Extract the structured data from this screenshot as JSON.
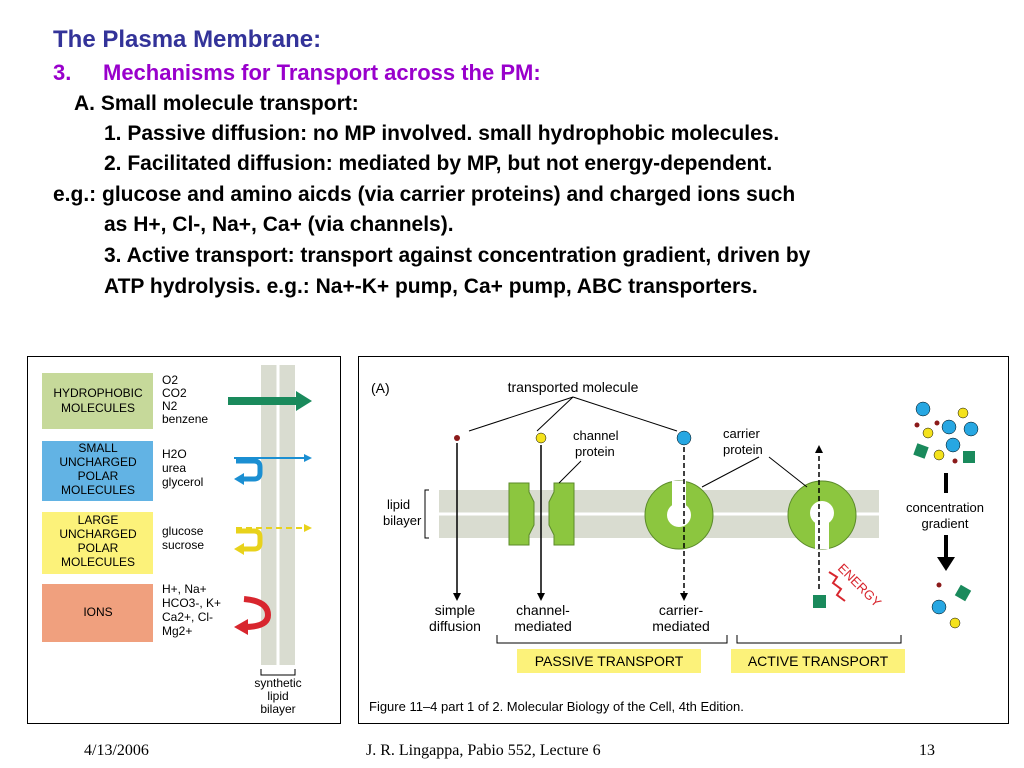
{
  "slide": {
    "title": "The Plasma Membrane:",
    "subheading_number": "3.",
    "subheading_text": "Mechanisms for Transport across the PM:",
    "lines": [
      "A.  Small molecule transport:",
      "1.  Passive diffusion: no MP involved. small hydrophobic molecules.",
      "2.  Facilitated diffusion:  mediated by MP, but not energy-dependent.",
      "e.g.: glucose and amino aicds (via carrier proteins) and charged ions such",
      "as H+, Cl-, Na+, Ca+ (via channels).",
      "3.  Active transport:  transport against concentration gradient, driven by",
      "ATP hydrolysis.  e.g.: Na+-K+ pump,  Ca+ pump, ABC transporters."
    ]
  },
  "left_figure": {
    "categories": [
      {
        "label": [
          "HYDROPHOBIC",
          "MOLECULES"
        ],
        "color": "#c6d99a",
        "examples": [
          "O2",
          "CO2",
          "N2",
          "benzene"
        ]
      },
      {
        "label": [
          "SMALL",
          "UNCHARGED",
          "POLAR",
          "MOLECULES"
        ],
        "color": "#62b3e4",
        "examples": [
          "H2O",
          "urea",
          "glycerol"
        ]
      },
      {
        "label": [
          "LARGE",
          "UNCHARGED",
          "POLAR",
          "MOLECULES"
        ],
        "color": "#fcf27a",
        "examples": [
          "glucose",
          "sucrose"
        ]
      },
      {
        "label": [
          "IONS"
        ],
        "color": "#f0a07e",
        "examples": [
          "H+, Na+",
          "HCO3-, K+",
          "Ca2+, Cl-",
          "Mg2+"
        ]
      }
    ],
    "bilayer_label": [
      "synthetic",
      "lipid",
      "bilayer"
    ],
    "arrow_colors": {
      "hydrophobic": "#1a8a5c",
      "small_polar": "#1b8fd2",
      "large_polar": "#e8d21b",
      "ions": "#d8262e"
    }
  },
  "right_figure": {
    "panel": "(A)",
    "transported_molecule": "transported molecule",
    "channel_protein": [
      "channel",
      "protein"
    ],
    "carrier_protein": [
      "carrier",
      "protein"
    ],
    "lipid_bilayer": [
      "lipid",
      "bilayer"
    ],
    "concentration_gradient": [
      "concentration",
      "gradient"
    ],
    "energy": "ENERGY",
    "mechanisms": [
      [
        "simple",
        "diffusion"
      ],
      [
        "channel-",
        "mediated"
      ],
      [
        "carrier-",
        "mediated"
      ]
    ],
    "passive_transport": "PASSIVE TRANSPORT",
    "active_transport": "ACTIVE TRANSPORT",
    "caption": "Figure 11–4 part 1 of 2. Molecular Biology of the Cell, 4th Edition.",
    "colors": {
      "protein": "#8cc63f",
      "membrane": "#d9dcd0",
      "box": "#fcf27a",
      "energy": "#d8262e"
    }
  },
  "footer": {
    "date": "4/13/2006",
    "course": "J. R. Lingappa, Pabio 552, Lecture 6",
    "page": "13"
  }
}
